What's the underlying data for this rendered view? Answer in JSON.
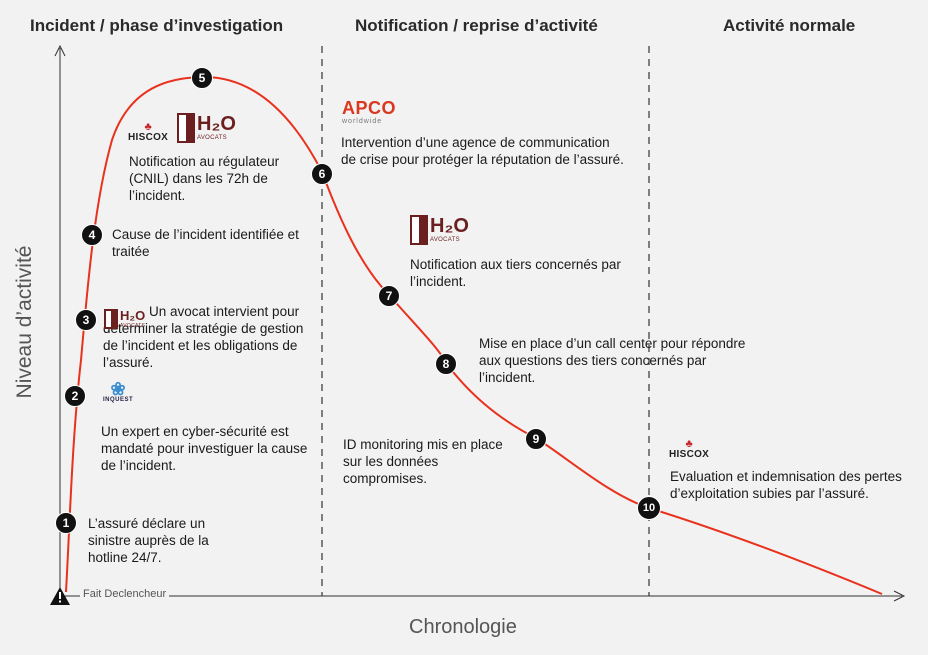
{
  "phases": {
    "p1": "Incident / phase d’investigation",
    "p2": "Notification / reprise d’activité",
    "p3": "Activité normale"
  },
  "axes": {
    "y_title": "Niveau d’activité",
    "x_title": "Chronologie",
    "trigger": "Fait Declencheur",
    "trigger_icon": "warning-triangle-icon"
  },
  "logos": {
    "hiscox": "HISCOX",
    "h2o_main": "H₂O",
    "h2o_sub": "AVOCATS",
    "apco_main": "APCO",
    "apco_sub": "worldwide",
    "inquest": "INQUEST"
  },
  "steps": [
    {
      "num": "1",
      "text": "L’assuré déclare un sinistre auprès de la hotline 24/7."
    },
    {
      "num": "2",
      "text": "Un expert en cyber-sécurité est mandaté pour investiguer la cause de l’incident."
    },
    {
      "num": "3",
      "text": "Un avocat intervient pour déterminer la stratégie de gestion de l’incident et les obligations de l’assuré."
    },
    {
      "num": "4",
      "text": "Cause de l’incident identifiée et traitée"
    },
    {
      "num": "5",
      "text": "Notification au régulateur (CNIL) dans les 72h de l’incident."
    },
    {
      "num": "6",
      "text": "Intervention d’une agence de communication de crise pour protéger la réputation de l’assuré."
    },
    {
      "num": "7",
      "text": "Notification aux tiers concernés par l’incident."
    },
    {
      "num": "8",
      "text": "Mise en place d’un call center pour répondre aux questions des tiers concernés par l’incident."
    },
    {
      "num": "9",
      "text": "ID monitoring mis en place sur les données compromises."
    },
    {
      "num": "10",
      "text": "Evaluation et indemnisation des pertes d’exploitation subies par l’assuré."
    }
  ],
  "colors": {
    "curve": "#e8321e",
    "marker": "#111111",
    "axis": "#333333"
  }
}
